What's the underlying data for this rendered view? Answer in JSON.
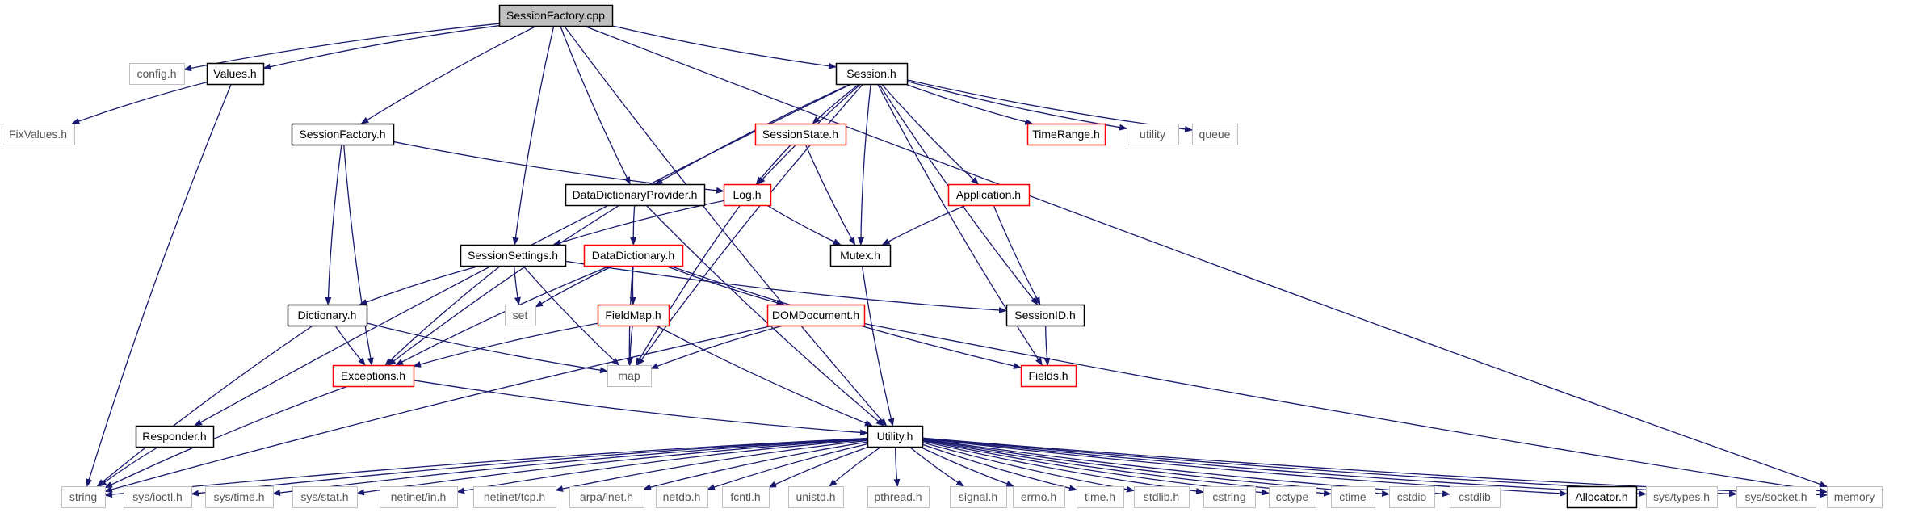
{
  "graph": {
    "root": "SessionFactory.cpp",
    "colors": {
      "edge": "#191970",
      "documented_border": "#000000",
      "undocumented_border": "#bfbfbf",
      "truncated_border": "#ff0000",
      "root_fill": "#bfbfbf",
      "node_fill": "#ffffff",
      "undocumented_text": "#555555",
      "text": "#000000"
    },
    "nodes": [
      {
        "id": "sessionfactory_cpp",
        "label": "SessionFactory.cpp",
        "kind": "root",
        "icon": "file-node"
      },
      {
        "id": "config_h",
        "label": "config.h",
        "kind": "external",
        "icon": "file-node"
      },
      {
        "id": "values_h",
        "label": "Values.h",
        "kind": "documented",
        "icon": "file-node"
      },
      {
        "id": "fixvalues_h",
        "label": "FixValues.h",
        "kind": "external",
        "icon": "file-node"
      },
      {
        "id": "session_h",
        "label": "Session.h",
        "kind": "documented",
        "icon": "file-node"
      },
      {
        "id": "sessionfactory_h",
        "label": "SessionFactory.h",
        "kind": "documented",
        "icon": "file-node"
      },
      {
        "id": "sessionstate_h",
        "label": "SessionState.h",
        "kind": "truncated",
        "icon": "file-node"
      },
      {
        "id": "timerange_h",
        "label": "TimeRange.h",
        "kind": "truncated",
        "icon": "file-node"
      },
      {
        "id": "utility",
        "label": "utility",
        "kind": "external",
        "icon": "file-node"
      },
      {
        "id": "queue",
        "label": "queue",
        "kind": "external",
        "icon": "file-node"
      },
      {
        "id": "datadictionaryprovider_h",
        "label": "DataDictionaryProvider.h",
        "kind": "documented",
        "icon": "file-node"
      },
      {
        "id": "log_h",
        "label": "Log.h",
        "kind": "truncated",
        "icon": "file-node"
      },
      {
        "id": "application_h",
        "label": "Application.h",
        "kind": "truncated",
        "icon": "file-node"
      },
      {
        "id": "sessionsettings_h",
        "label": "SessionSettings.h",
        "kind": "documented",
        "icon": "file-node"
      },
      {
        "id": "datadictionary_h",
        "label": "DataDictionary.h",
        "kind": "truncated",
        "icon": "file-node"
      },
      {
        "id": "mutex_h",
        "label": "Mutex.h",
        "kind": "documented",
        "icon": "file-node"
      },
      {
        "id": "set",
        "label": "set",
        "kind": "external",
        "icon": "file-node"
      },
      {
        "id": "dictionary_h",
        "label": "Dictionary.h",
        "kind": "documented",
        "icon": "file-node"
      },
      {
        "id": "fieldmap_h",
        "label": "FieldMap.h",
        "kind": "truncated",
        "icon": "file-node"
      },
      {
        "id": "domdocument_h",
        "label": "DOMDocument.h",
        "kind": "truncated",
        "icon": "file-node"
      },
      {
        "id": "sessionid_h",
        "label": "SessionID.h",
        "kind": "documented",
        "icon": "file-node"
      },
      {
        "id": "exceptions_h",
        "label": "Exceptions.h",
        "kind": "truncated",
        "icon": "file-node"
      },
      {
        "id": "map",
        "label": "map",
        "kind": "external",
        "icon": "file-node"
      },
      {
        "id": "fields_h",
        "label": "Fields.h",
        "kind": "truncated",
        "icon": "file-node"
      },
      {
        "id": "responder_h",
        "label": "Responder.h",
        "kind": "documented",
        "icon": "file-node"
      },
      {
        "id": "utility_h",
        "label": "Utility.h",
        "kind": "documented",
        "icon": "file-node"
      },
      {
        "id": "string",
        "label": "string",
        "kind": "external",
        "icon": "file-node"
      },
      {
        "id": "sys_ioctl_h",
        "label": "sys/ioctl.h",
        "kind": "external",
        "icon": "file-node"
      },
      {
        "id": "sys_time_h",
        "label": "sys/time.h",
        "kind": "external",
        "icon": "file-node"
      },
      {
        "id": "sys_stat_h",
        "label": "sys/stat.h",
        "kind": "external",
        "icon": "file-node"
      },
      {
        "id": "netinet_in_h",
        "label": "netinet/in.h",
        "kind": "external",
        "icon": "file-node"
      },
      {
        "id": "netinet_tcp_h",
        "label": "netinet/tcp.h",
        "kind": "external",
        "icon": "file-node"
      },
      {
        "id": "arpa_inet_h",
        "label": "arpa/inet.h",
        "kind": "external",
        "icon": "file-node"
      },
      {
        "id": "netdb_h",
        "label": "netdb.h",
        "kind": "external",
        "icon": "file-node"
      },
      {
        "id": "fcntl_h",
        "label": "fcntl.h",
        "kind": "external",
        "icon": "file-node"
      },
      {
        "id": "unistd_h",
        "label": "unistd.h",
        "kind": "external",
        "icon": "file-node"
      },
      {
        "id": "pthread_h",
        "label": "pthread.h",
        "kind": "external",
        "icon": "file-node"
      },
      {
        "id": "signal_h",
        "label": "signal.h",
        "kind": "external",
        "icon": "file-node"
      },
      {
        "id": "errno_h",
        "label": "errno.h",
        "kind": "external",
        "icon": "file-node"
      },
      {
        "id": "time_h",
        "label": "time.h",
        "kind": "external",
        "icon": "file-node"
      },
      {
        "id": "stdlib_h",
        "label": "stdlib.h",
        "kind": "external",
        "icon": "file-node"
      },
      {
        "id": "cstring",
        "label": "cstring",
        "kind": "external",
        "icon": "file-node"
      },
      {
        "id": "cctype",
        "label": "cctype",
        "kind": "external",
        "icon": "file-node"
      },
      {
        "id": "ctime",
        "label": "ctime",
        "kind": "external",
        "icon": "file-node"
      },
      {
        "id": "cstdio",
        "label": "cstdio",
        "kind": "external",
        "icon": "file-node"
      },
      {
        "id": "cstdlib",
        "label": "cstdlib",
        "kind": "external",
        "icon": "file-node"
      },
      {
        "id": "allocator_h",
        "label": "Allocator.h",
        "kind": "documented",
        "icon": "file-node"
      },
      {
        "id": "sys_types_h",
        "label": "sys/types.h",
        "kind": "external",
        "icon": "file-node"
      },
      {
        "id": "sys_socket_h",
        "label": "sys/socket.h",
        "kind": "external",
        "icon": "file-node"
      },
      {
        "id": "memory",
        "label": "memory",
        "kind": "external",
        "icon": "file-node"
      }
    ],
    "edges": [
      {
        "from": "sessionfactory_cpp",
        "to": "config_h"
      },
      {
        "from": "sessionfactory_cpp",
        "to": "values_h"
      },
      {
        "from": "sessionfactory_cpp",
        "to": "session_h"
      },
      {
        "from": "sessionfactory_cpp",
        "to": "sessionfactory_h"
      },
      {
        "from": "sessionfactory_cpp",
        "to": "sessionsettings_h"
      },
      {
        "from": "sessionfactory_cpp",
        "to": "datadictionaryprovider_h"
      },
      {
        "from": "sessionfactory_cpp",
        "to": "utility_h"
      },
      {
        "from": "sessionfactory_cpp",
        "to": "memory"
      },
      {
        "from": "values_h",
        "to": "fixvalues_h"
      },
      {
        "from": "values_h",
        "to": "string"
      },
      {
        "from": "session_h",
        "to": "responder_h"
      },
      {
        "from": "session_h",
        "to": "map"
      },
      {
        "from": "session_h",
        "to": "datadictionaryprovider_h"
      },
      {
        "from": "session_h",
        "to": "log_h"
      },
      {
        "from": "session_h",
        "to": "sessionstate_h"
      },
      {
        "from": "session_h",
        "to": "mutex_h"
      },
      {
        "from": "session_h",
        "to": "application_h"
      },
      {
        "from": "session_h",
        "to": "sessionid_h"
      },
      {
        "from": "session_h",
        "to": "fields_h"
      },
      {
        "from": "session_h",
        "to": "timerange_h"
      },
      {
        "from": "session_h",
        "to": "utility"
      },
      {
        "from": "session_h",
        "to": "queue"
      },
      {
        "from": "sessionfactory_h",
        "to": "log_h"
      },
      {
        "from": "sessionfactory_h",
        "to": "dictionary_h"
      },
      {
        "from": "sessionfactory_h",
        "to": "exceptions_h"
      },
      {
        "from": "sessionstate_h",
        "to": "log_h"
      },
      {
        "from": "sessionstate_h",
        "to": "mutex_h"
      },
      {
        "from": "log_h",
        "to": "sessionsettings_h"
      },
      {
        "from": "log_h",
        "to": "mutex_h"
      },
      {
        "from": "log_h",
        "to": "map"
      },
      {
        "from": "application_h",
        "to": "mutex_h"
      },
      {
        "from": "application_h",
        "to": "sessionid_h"
      },
      {
        "from": "datadictionaryprovider_h",
        "to": "datadictionary_h"
      },
      {
        "from": "datadictionaryprovider_h",
        "to": "exceptions_h"
      },
      {
        "from": "datadictionaryprovider_h",
        "to": "utility_h"
      },
      {
        "from": "sessionsettings_h",
        "to": "dictionary_h"
      },
      {
        "from": "sessionsettings_h",
        "to": "set"
      },
      {
        "from": "sessionsettings_h",
        "to": "map"
      },
      {
        "from": "sessionsettings_h",
        "to": "exceptions_h"
      },
      {
        "from": "sessionsettings_h",
        "to": "sessionid_h"
      },
      {
        "from": "datadictionary_h",
        "to": "set"
      },
      {
        "from": "datadictionary_h",
        "to": "fieldmap_h"
      },
      {
        "from": "datadictionary_h",
        "to": "map"
      },
      {
        "from": "datadictionary_h",
        "to": "domdocument_h"
      },
      {
        "from": "datadictionary_h",
        "to": "exceptions_h"
      },
      {
        "from": "datadictionary_h",
        "to": "fields_h"
      },
      {
        "from": "mutex_h",
        "to": "utility_h"
      },
      {
        "from": "dictionary_h",
        "to": "map"
      },
      {
        "from": "dictionary_h",
        "to": "exceptions_h"
      },
      {
        "from": "dictionary_h",
        "to": "string"
      },
      {
        "from": "fieldmap_h",
        "to": "map"
      },
      {
        "from": "fieldmap_h",
        "to": "exceptions_h"
      },
      {
        "from": "fieldmap_h",
        "to": "utility_h"
      },
      {
        "from": "domdocument_h",
        "to": "map"
      },
      {
        "from": "domdocument_h",
        "to": "string"
      },
      {
        "from": "domdocument_h",
        "to": "memory"
      },
      {
        "from": "sessionid_h",
        "to": "fields_h"
      },
      {
        "from": "exceptions_h",
        "to": "utility_h"
      },
      {
        "from": "exceptions_h",
        "to": "string"
      },
      {
        "from": "responder_h",
        "to": "string"
      },
      {
        "from": "utility_h",
        "to": "string"
      },
      {
        "from": "utility_h",
        "to": "sys_ioctl_h"
      },
      {
        "from": "utility_h",
        "to": "sys_time_h"
      },
      {
        "from": "utility_h",
        "to": "sys_stat_h"
      },
      {
        "from": "utility_h",
        "to": "netinet_in_h"
      },
      {
        "from": "utility_h",
        "to": "netinet_tcp_h"
      },
      {
        "from": "utility_h",
        "to": "arpa_inet_h"
      },
      {
        "from": "utility_h",
        "to": "netdb_h"
      },
      {
        "from": "utility_h",
        "to": "fcntl_h"
      },
      {
        "from": "utility_h",
        "to": "unistd_h"
      },
      {
        "from": "utility_h",
        "to": "pthread_h"
      },
      {
        "from": "utility_h",
        "to": "signal_h"
      },
      {
        "from": "utility_h",
        "to": "errno_h"
      },
      {
        "from": "utility_h",
        "to": "time_h"
      },
      {
        "from": "utility_h",
        "to": "stdlib_h"
      },
      {
        "from": "utility_h",
        "to": "cstring"
      },
      {
        "from": "utility_h",
        "to": "cctype"
      },
      {
        "from": "utility_h",
        "to": "ctime"
      },
      {
        "from": "utility_h",
        "to": "cstdio"
      },
      {
        "from": "utility_h",
        "to": "cstdlib"
      },
      {
        "from": "utility_h",
        "to": "allocator_h"
      },
      {
        "from": "utility_h",
        "to": "sys_types_h"
      },
      {
        "from": "utility_h",
        "to": "sys_socket_h"
      },
      {
        "from": "utility_h",
        "to": "memory"
      }
    ]
  }
}
